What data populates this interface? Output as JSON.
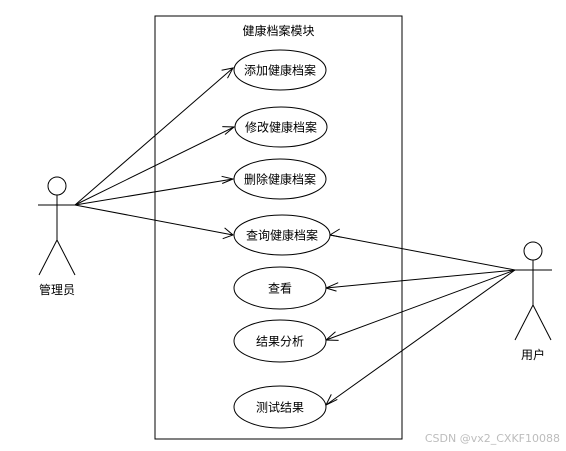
{
  "system": {
    "title": "健康档案模块"
  },
  "actors": {
    "admin": {
      "label": "管理员"
    },
    "user": {
      "label": "用户"
    }
  },
  "use_cases": [
    {
      "id": "add",
      "label": "添加健康档案"
    },
    {
      "id": "edit",
      "label": "修改健康档案"
    },
    {
      "id": "delete",
      "label": "删除健康档案"
    },
    {
      "id": "query",
      "label": "查询健康档案"
    },
    {
      "id": "view",
      "label": "查看"
    },
    {
      "id": "analysis",
      "label": "结果分析"
    },
    {
      "id": "test",
      "label": "测试结果"
    }
  ],
  "associations": [
    {
      "from": "admin",
      "to": "add"
    },
    {
      "from": "admin",
      "to": "edit"
    },
    {
      "from": "admin",
      "to": "delete"
    },
    {
      "from": "admin",
      "to": "query"
    },
    {
      "from": "user",
      "to": "query"
    },
    {
      "from": "user",
      "to": "view"
    },
    {
      "from": "user",
      "to": "analysis"
    },
    {
      "from": "user",
      "to": "test"
    }
  ],
  "watermark": "CSDN @vx2_CXKF10088"
}
